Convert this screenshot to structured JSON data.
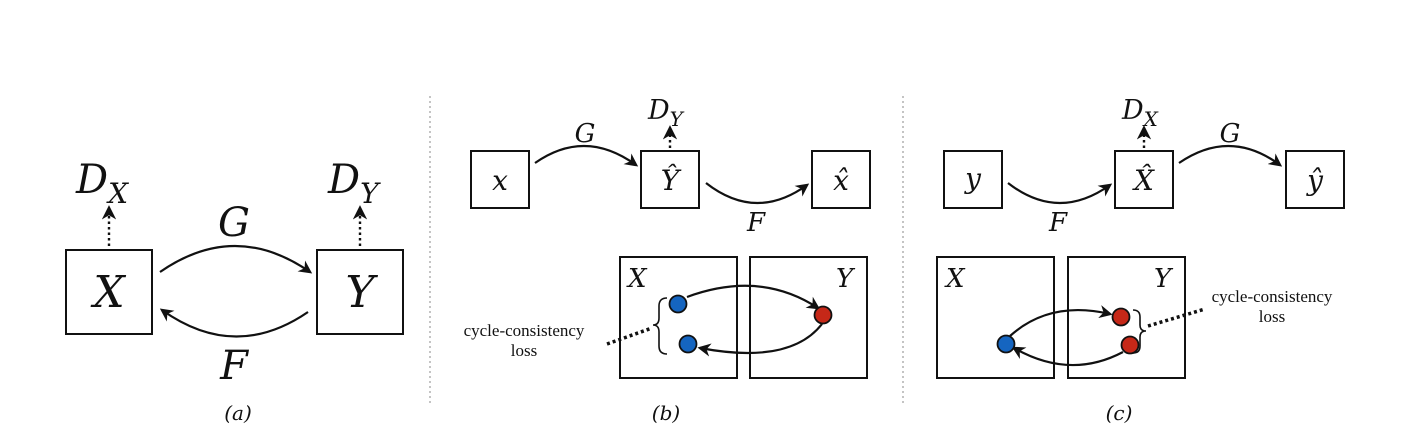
{
  "panel_a": {
    "caption": "(a)",
    "box_x": "X",
    "box_y": "Y",
    "disc_x": "D",
    "disc_x_sub": "X",
    "disc_y": "D",
    "disc_y_sub": "Y",
    "map_g": "G",
    "map_f": "F"
  },
  "panel_b": {
    "caption": "(b)",
    "box_input": "x",
    "box_mid": "Ŷ",
    "box_output": "x̂",
    "disc": "D",
    "disc_sub": "Y",
    "map_g": "G",
    "map_f": "F",
    "domain_x": "X",
    "domain_y": "Y",
    "loss_line1": "cycle-consistency",
    "loss_line2": "loss"
  },
  "panel_c": {
    "caption": "(c)",
    "box_input": "y",
    "box_mid": "X̂",
    "box_output": "ŷ",
    "disc": "D",
    "disc_sub": "X",
    "map_g": "G",
    "map_f": "F",
    "domain_x": "X",
    "domain_y": "Y",
    "loss_line1": "cycle-consistency",
    "loss_line2": "loss"
  },
  "colors": {
    "blue_point": "#1565c0",
    "red_point": "#c62818",
    "ink": "#111111"
  }
}
